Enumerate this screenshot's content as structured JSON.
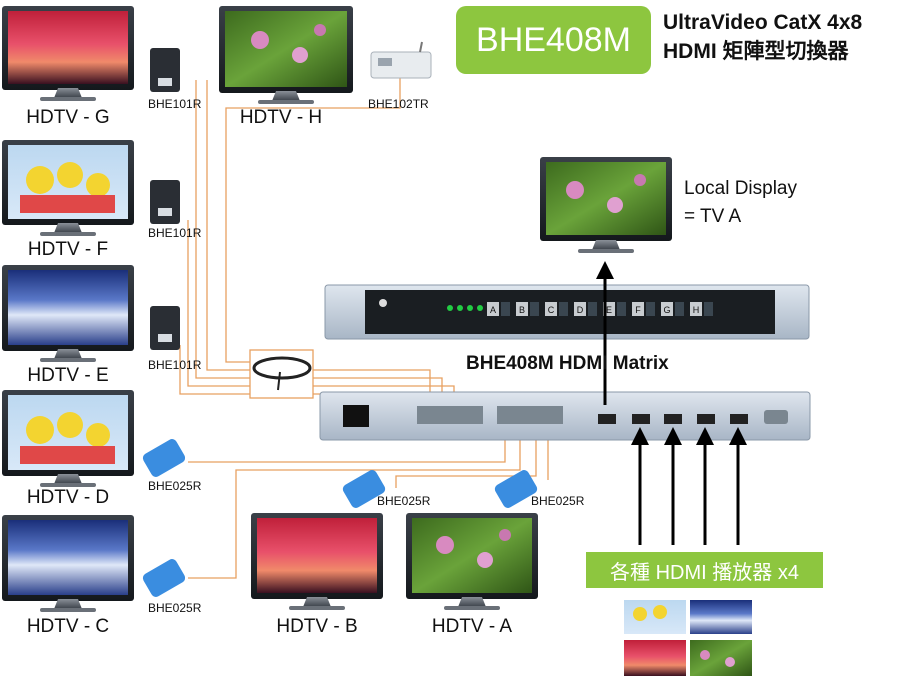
{
  "header": {
    "model_badge": "BHE408M",
    "title_line1": "UltraVideo CatX 4x8",
    "title_line2": "HDMI 矩陣型切換器"
  },
  "matrix": {
    "label": "BHE408M HDMI Matrix",
    "front_buttons": [
      "A",
      "B",
      "C",
      "D",
      "E",
      "F",
      "G",
      "H"
    ]
  },
  "local_display": {
    "line1": "Local Display",
    "line2": "= TV A"
  },
  "players": {
    "label": "各種 HDMI 播放器 x4"
  },
  "tvs": [
    {
      "id": "G",
      "label": "HDTV - G",
      "screen": "sunset"
    },
    {
      "id": "H",
      "label": "HDTV - H",
      "screen": "lotus"
    },
    {
      "id": "F",
      "label": "HDTV - F",
      "screen": "cartoon"
    },
    {
      "id": "E",
      "label": "HDTV - E",
      "screen": "wave"
    },
    {
      "id": "D",
      "label": "HDTV - D",
      "screen": "cartoon"
    },
    {
      "id": "C",
      "label": "HDTV - C",
      "screen": "wave"
    },
    {
      "id": "B",
      "label": "HDTV - B",
      "screen": "sunset"
    },
    {
      "id": "A",
      "label": "HDTV - A",
      "screen": "lotus"
    }
  ],
  "receivers": {
    "bhe101r_g": "BHE101R",
    "bhe102tr_h": "BHE102TR",
    "bhe101r_f": "BHE101R",
    "bhe101r_e": "BHE101R",
    "bhe025r_d": "BHE025R",
    "bhe025r_c": "BHE025R",
    "bhe025r_b": "BHE025R",
    "bhe025r_a": "BHE025R"
  },
  "colors": {
    "badge_green": "#8dc63f",
    "cable_orange": "#e8a060",
    "device_blue": "#c8d4e0"
  }
}
